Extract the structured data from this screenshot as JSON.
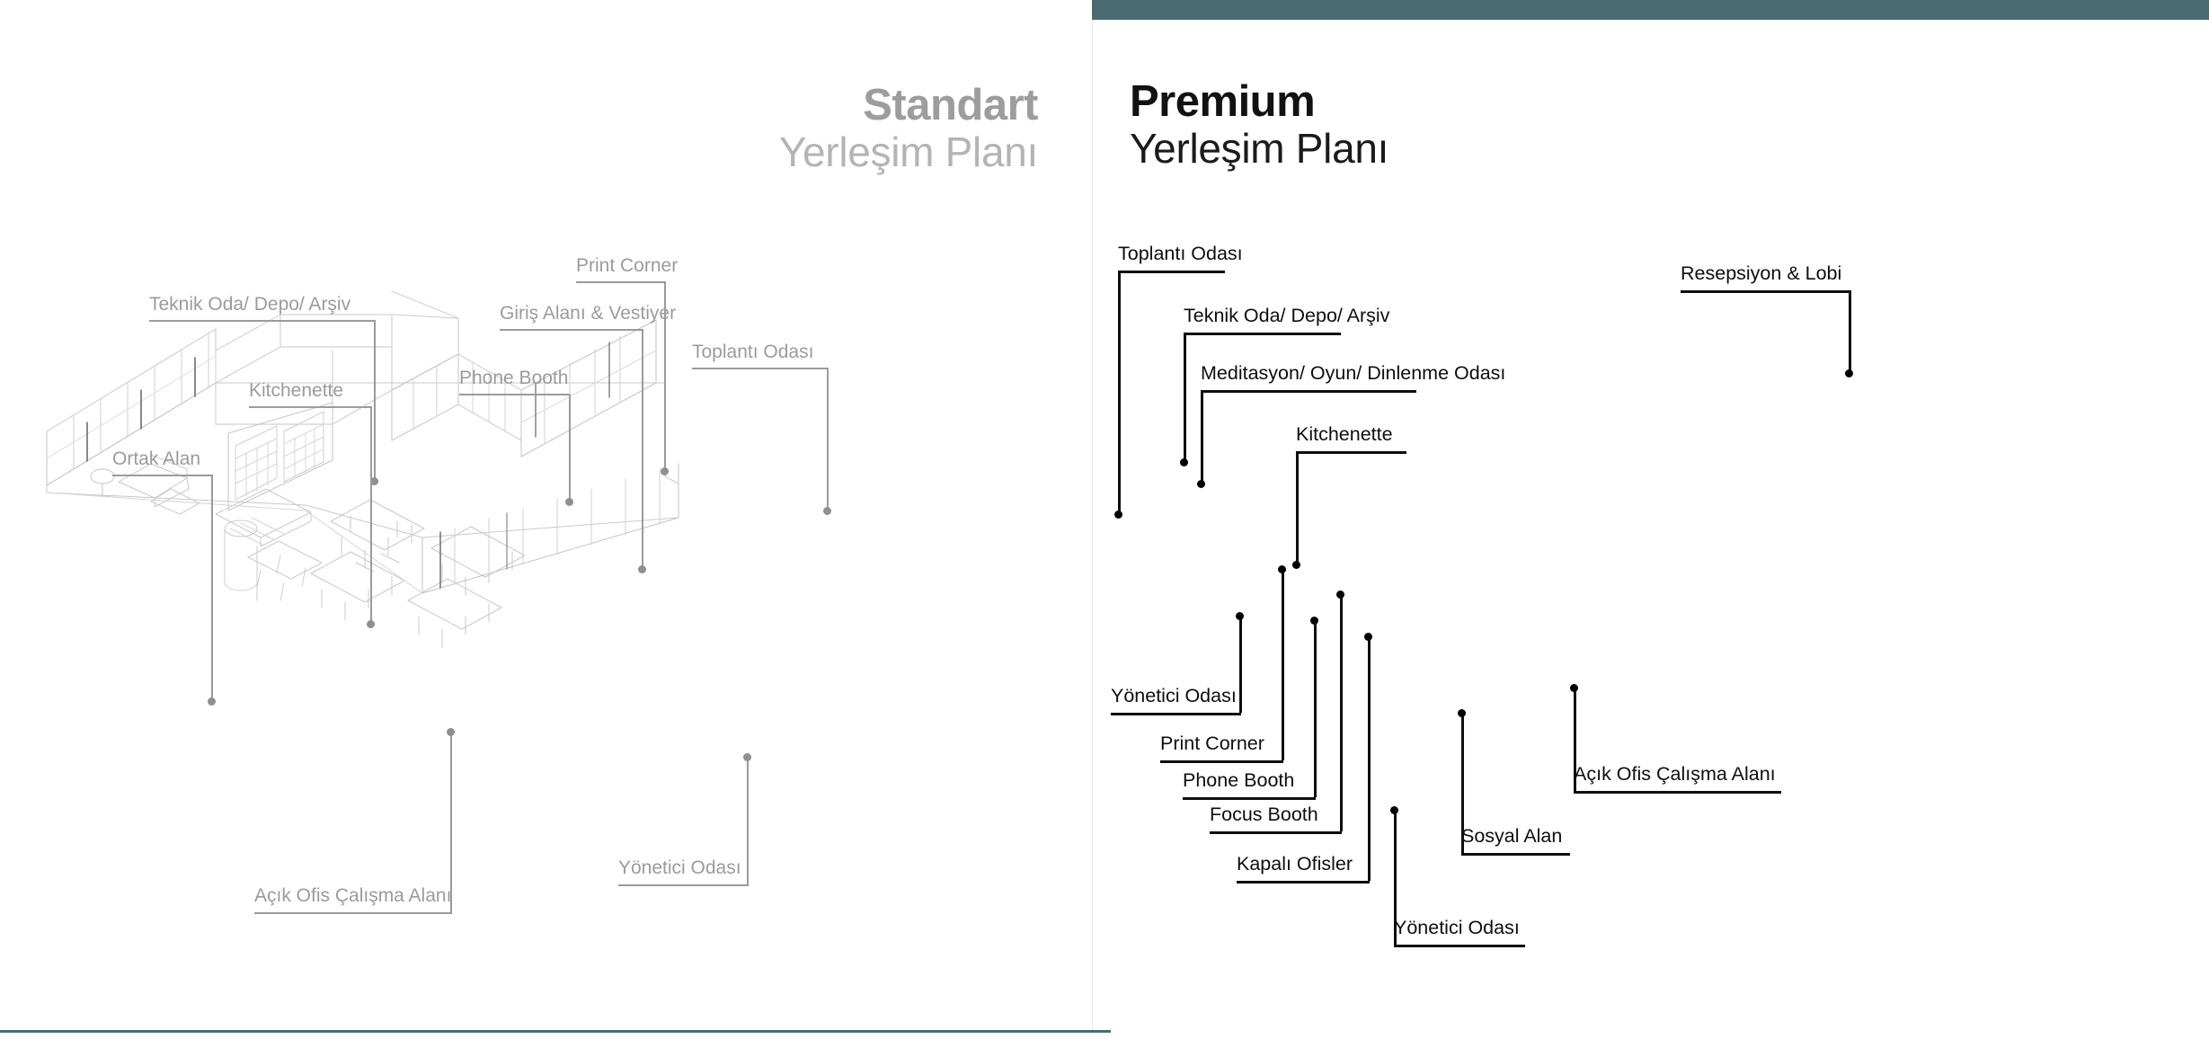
{
  "meta": {
    "accent_color": "#4b6a71",
    "left_label_color": "#9b9b9b",
    "right_label_color": "#0e0e0e"
  },
  "panels": [
    {
      "id": "standart",
      "title_strong": "Standart",
      "title_light": "Yerleşim Planı",
      "callouts": [
        {
          "name": "teknik-oda-depo-arsiv",
          "text": "Teknik Oda/ Depo/ Arşiv"
        },
        {
          "name": "print-corner",
          "text": "Print Corner"
        },
        {
          "name": "giris-alani-vestiyer",
          "text": "Giriş Alanı & Vestiyer"
        },
        {
          "name": "toplanti-odasi",
          "text": "Toplantı Odası"
        },
        {
          "name": "phone-booth",
          "text": "Phone Booth"
        },
        {
          "name": "kitchenette",
          "text": "Kitchenette"
        },
        {
          "name": "ortak-alan",
          "text": "Ortak Alan"
        },
        {
          "name": "acik-ofis-calisma-alani",
          "text": "Açık Ofis Çalışma Alanı"
        },
        {
          "name": "yonetici-odasi",
          "text": "Yönetici Odası"
        }
      ]
    },
    {
      "id": "premium",
      "title_strong": "Premium",
      "title_light": "Yerleşim Planı",
      "callouts": [
        {
          "name": "toplanti-odasi",
          "text": "Toplantı Odası"
        },
        {
          "name": "teknik-oda-depo-arsiv",
          "text": "Teknik Oda/ Depo/ Arşiv"
        },
        {
          "name": "meditasyon-oyun-dinlenme-odasi",
          "text": "Meditasyon/ Oyun/ Dinlenme Odası"
        },
        {
          "name": "kitchenette",
          "text": "Kitchenette"
        },
        {
          "name": "resepsiyon-lobi",
          "text": "Resepsiyon & Lobi"
        },
        {
          "name": "yonetici-odasi-sol",
          "text": "Yönetici Odası"
        },
        {
          "name": "print-corner",
          "text": "Print Corner"
        },
        {
          "name": "phone-booth",
          "text": "Phone Booth"
        },
        {
          "name": "focus-booth",
          "text": "Focus Booth"
        },
        {
          "name": "kapali-ofisler",
          "text": "Kapalı Ofisler"
        },
        {
          "name": "sosyal-alan",
          "text": "Sosyal Alan"
        },
        {
          "name": "acik-ofis-calisma-alani",
          "text": "Açık Ofis Çalışma Alanı"
        },
        {
          "name": "yonetici-odasi-alt",
          "text": "Yönetici Odası"
        }
      ]
    }
  ]
}
